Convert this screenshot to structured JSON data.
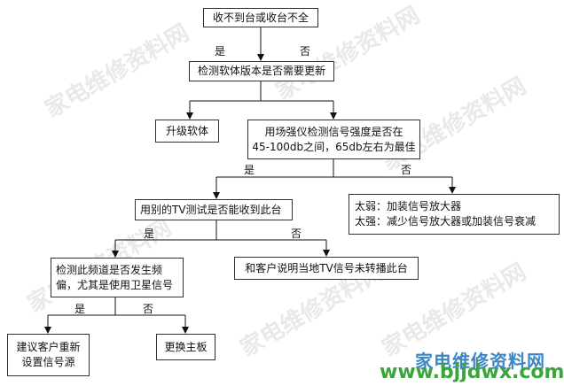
{
  "nodes": {
    "start": "收不到台或收台不全",
    "check_version": "检测软体版本是否需要更新",
    "upgrade": "升级软体",
    "field_meter_l1": "用场强仪检测信号强度是否在",
    "field_meter_l2": "45-100db之间，65db左右为最佳",
    "other_tv": "用别的TV测试是否能收到此台",
    "signal_weak": "太弱：加装信号放大器",
    "signal_strong": "太强：减少信号放大器或加装信号衰减",
    "check_channel_l1": "检测此频道是否发生频",
    "check_channel_l2": "偏，尤其是使用卫星信号",
    "tell_customer": "和客户说明当地TV信号未转播此台",
    "reset_source_l1": "建议客户重新",
    "reset_source_l2": "设置信号源",
    "replace_board": "更换主板"
  },
  "labels": {
    "yes": "是",
    "no": "否"
  },
  "logo": {
    "text": "家电维修资料网",
    "url": "www.bjjdwx.com"
  },
  "watermark": "家电维修资料网"
}
